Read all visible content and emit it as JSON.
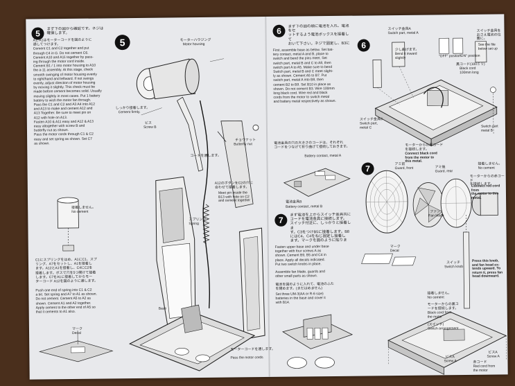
{
  "step5": {
    "number": "5",
    "jp_intro": "まず下の図から確認です。ネジは\n確保します。",
    "en_text": "A1, A1はモーターコードを図のように\n通してつけます。\nCement C1 and C2 together and put\nthrough C4 in G. Do not cement C6.\nCement A10 and A11 together by pass-\ning through the motor cord inside.\nCement B1 / 1 into motor housing to A10\nthe a-11 assembly. At this stage, check\nsmooth swinging of motor housing evenly\nto right/hand and leftward. If not swings\nevenly, adjust direction of motor housing\nby moving it slightly. This check must be\nmade before cement becomes solid. Usually\nmoving slightly in most cases. Put 1 battery\nbattery to wish the motor fan through.\nPass the C1 and C2 and A3 A4 into A12\nand A13 to make and cement A12 and\nA13 Together. Be sure to meet pin on\nA12 with hole on A13.\nFasten A10 & A11 easy and A12 & A13\neasy altogether with screw B and\nbutterfly nut as shown.\nPass the motor cords through C1 & C2\neasy and set spring as shown. Set C7\nas shown.",
    "jp_lower": "C1にスプリングをはめ、A1にC1、スプ\nリング、A7をセットし、A1を接着し\nます。A12とA1を接着し、C4にC2を\n接着します。ボスで穴を5つ開けて接着\nします。C7をA1に接着してからモー\nターコード A12を図のように通します。",
    "en_lower": "Push one end of spring into C1 & C2\na bit. Set spring and A7 to A1 as shown.\nDo not cement. Cement A5 to A2 as\nshown. Cement A1 and A2 together.\nApply cement to the other end of A5 so\nthat it cements to A1 also.",
    "diagram_labels": {
      "motor_housing_jp": "モーターハウジング",
      "motor_housing": "Motor housing",
      "cement_firmly_jp": "しっかり接着します。",
      "cement_firmly": "Cement firmly.",
      "screw_b_jp": "ビス",
      "screw_b": "Screw B",
      "butterfly_jp": "チョウナット",
      "butterfly": "Butterfly nut",
      "cord_jp": "コードを通します。",
      "no_cement_jp": "接着しません。",
      "no_cement": "No cement",
      "meet_pin_jp": "A12のボタンをC2の穴に\n合わせて接着します。",
      "meet_pin": "Meet pin inside the\nB13 with hole on C2\nand cement together",
      "spring": "Spring",
      "spring_jp": "スプリング",
      "base": "Base",
      "decal_jp": "マーク",
      "decal": "Decal",
      "cords_jp": "モーターコードを通します。",
      "cords": "Pass the motor cords"
    },
    "part_ids": [
      "A10",
      "A11",
      "A12",
      "A13",
      "C1",
      "C2",
      "C4",
      "C5",
      "C6",
      "C7",
      "A1",
      "A2",
      "A4",
      "A5",
      "A7",
      "A3",
      "B1"
    ]
  },
  "step6": {
    "number": "6",
    "jp_intro": "まず下の図の順に電池を入れ、電池をセ\nットするよう電池ボックスを接着して\nおいて下さい。ネジで固定し、B3にB5を\nスイッチ金具をスイッチ金具を使って、",
    "en_text": "First, assemble base as below. Set bat-\ntery contact, metal A and B, place to\nswitch and bend the pins meet. Set\nswitch part, metal B and C to A8, then\nswitch part A to A5. Make sure to bend\nSwitch part, metal B and C meet slight-\nly as shown. Cement A5 to B7. Put\nswitch part, metal A into B8, then\ncement B2 to B9. Set B10 in place as\nshown. Do not cement B3. Wire 100mm\nlong black cord. Wire red and black\ncords from the motor to switch metal\nand battery metal respectively as shown.",
    "jp_lower": "電池金具の穴の大きさのコードは、それぞれ\nコードをつなげて折り曲げて接続しておきます。",
    "labels": {
      "battery_contact_a": "Battery contact, metal A",
      "battery_contact_b": "Battery contact, metal B",
      "battery_jp": "電池金具B",
      "switch_part_a_jp": "スイッチ金具A",
      "switch_part_a": "Switch part, metal A",
      "bend_jp": "少し曲げます。",
      "bend": "Bend it inward\nslightly",
      "off_pos": "\"OFF\" position",
      "on_pos": "\"ON\" position",
      "black_cord_jp": "黒コード(100ミリ)",
      "black_cord": "Black cord\n100mm long",
      "switch_c_jp": "スイッチ金具C",
      "switch_c": "Switch part,\nmetal C",
      "see_file_jp": "スイッチ金具を\nおさえ電池の位\n置に。",
      "see_file": "See the file\nbelow set up",
      "motor_black_jp": "モーターからの黒コード\nを接続します。",
      "motor_black": "Connect black cord\nfrom the motor to\nthis metal.",
      "switch_part_b": "Switch part\nmetal B"
    }
  },
  "step7": {
    "number": "7",
    "jp_intro": "まず電池を上からスイッチ金具共に\nコードを電池金具に接続します。\nスイッチ付近に、しっかりと接着しま\nす。C3をつけB5に接着します。B8\nにはC4、C4をねじ固定し接着し\nます。マークを図のように貼ります。",
    "en_text": "Fasten upper base and under base\ntogether with four screws A as\nshown. Cement B9, B5 and C4 in\nplace. Apply all decals indicated.\nPut two switch knobs in place.",
    "en_text2": "Assemble fan blade, guards and\nother small parts as shown.",
    "jp_batt": "電池を図のように入れて、電池のふた\nを閉めます。(まだはめません)",
    "en_batt": "Set three UM-3(AA or R-6 size)\nbatteries in the base and cover it\nwith B14.",
    "labels": {
      "guard_front_jp": "アミ前",
      "guard_front": "Guard, front",
      "guard_rear_jp": "アミ後",
      "guard_rear": "Guard, rear",
      "fan_blade_jp": "ファン",
      "fan_blade": "Fan blade",
      "no_cement_jp": "接着しません。",
      "no_cement": "No cement",
      "motor_red_jp": "モーターからの赤コード\nを接続します。",
      "motor_red": "Connect red cord from\nthe motor to this metal.",
      "press_knob_jp": "Press this knob,\nand fan head ex-\ntends upward. To\nreturn it, press fan\nhead downward.",
      "switch_knob_jp": "スイッチ",
      "switch_knob": "Switch knob",
      "decal_jp": "マーク",
      "decal": "Decal",
      "black_cord_jp": "モーターからの黒コ\nードを接続します。",
      "black_cord": "Black cord from\nthe motor",
      "switch_arr_jp": "(スイッチ)",
      "switch_arr": "Switch arrangement",
      "screw_a_jp": "ビスA",
      "screw_a": "Screw A",
      "red_cord_jp": "赤コード",
      "red_cord": "Red cord from\nthe motor"
    }
  },
  "colors": {
    "background": "#4a2f1c",
    "paper": "#e8e9ec",
    "ink": "#222222"
  }
}
